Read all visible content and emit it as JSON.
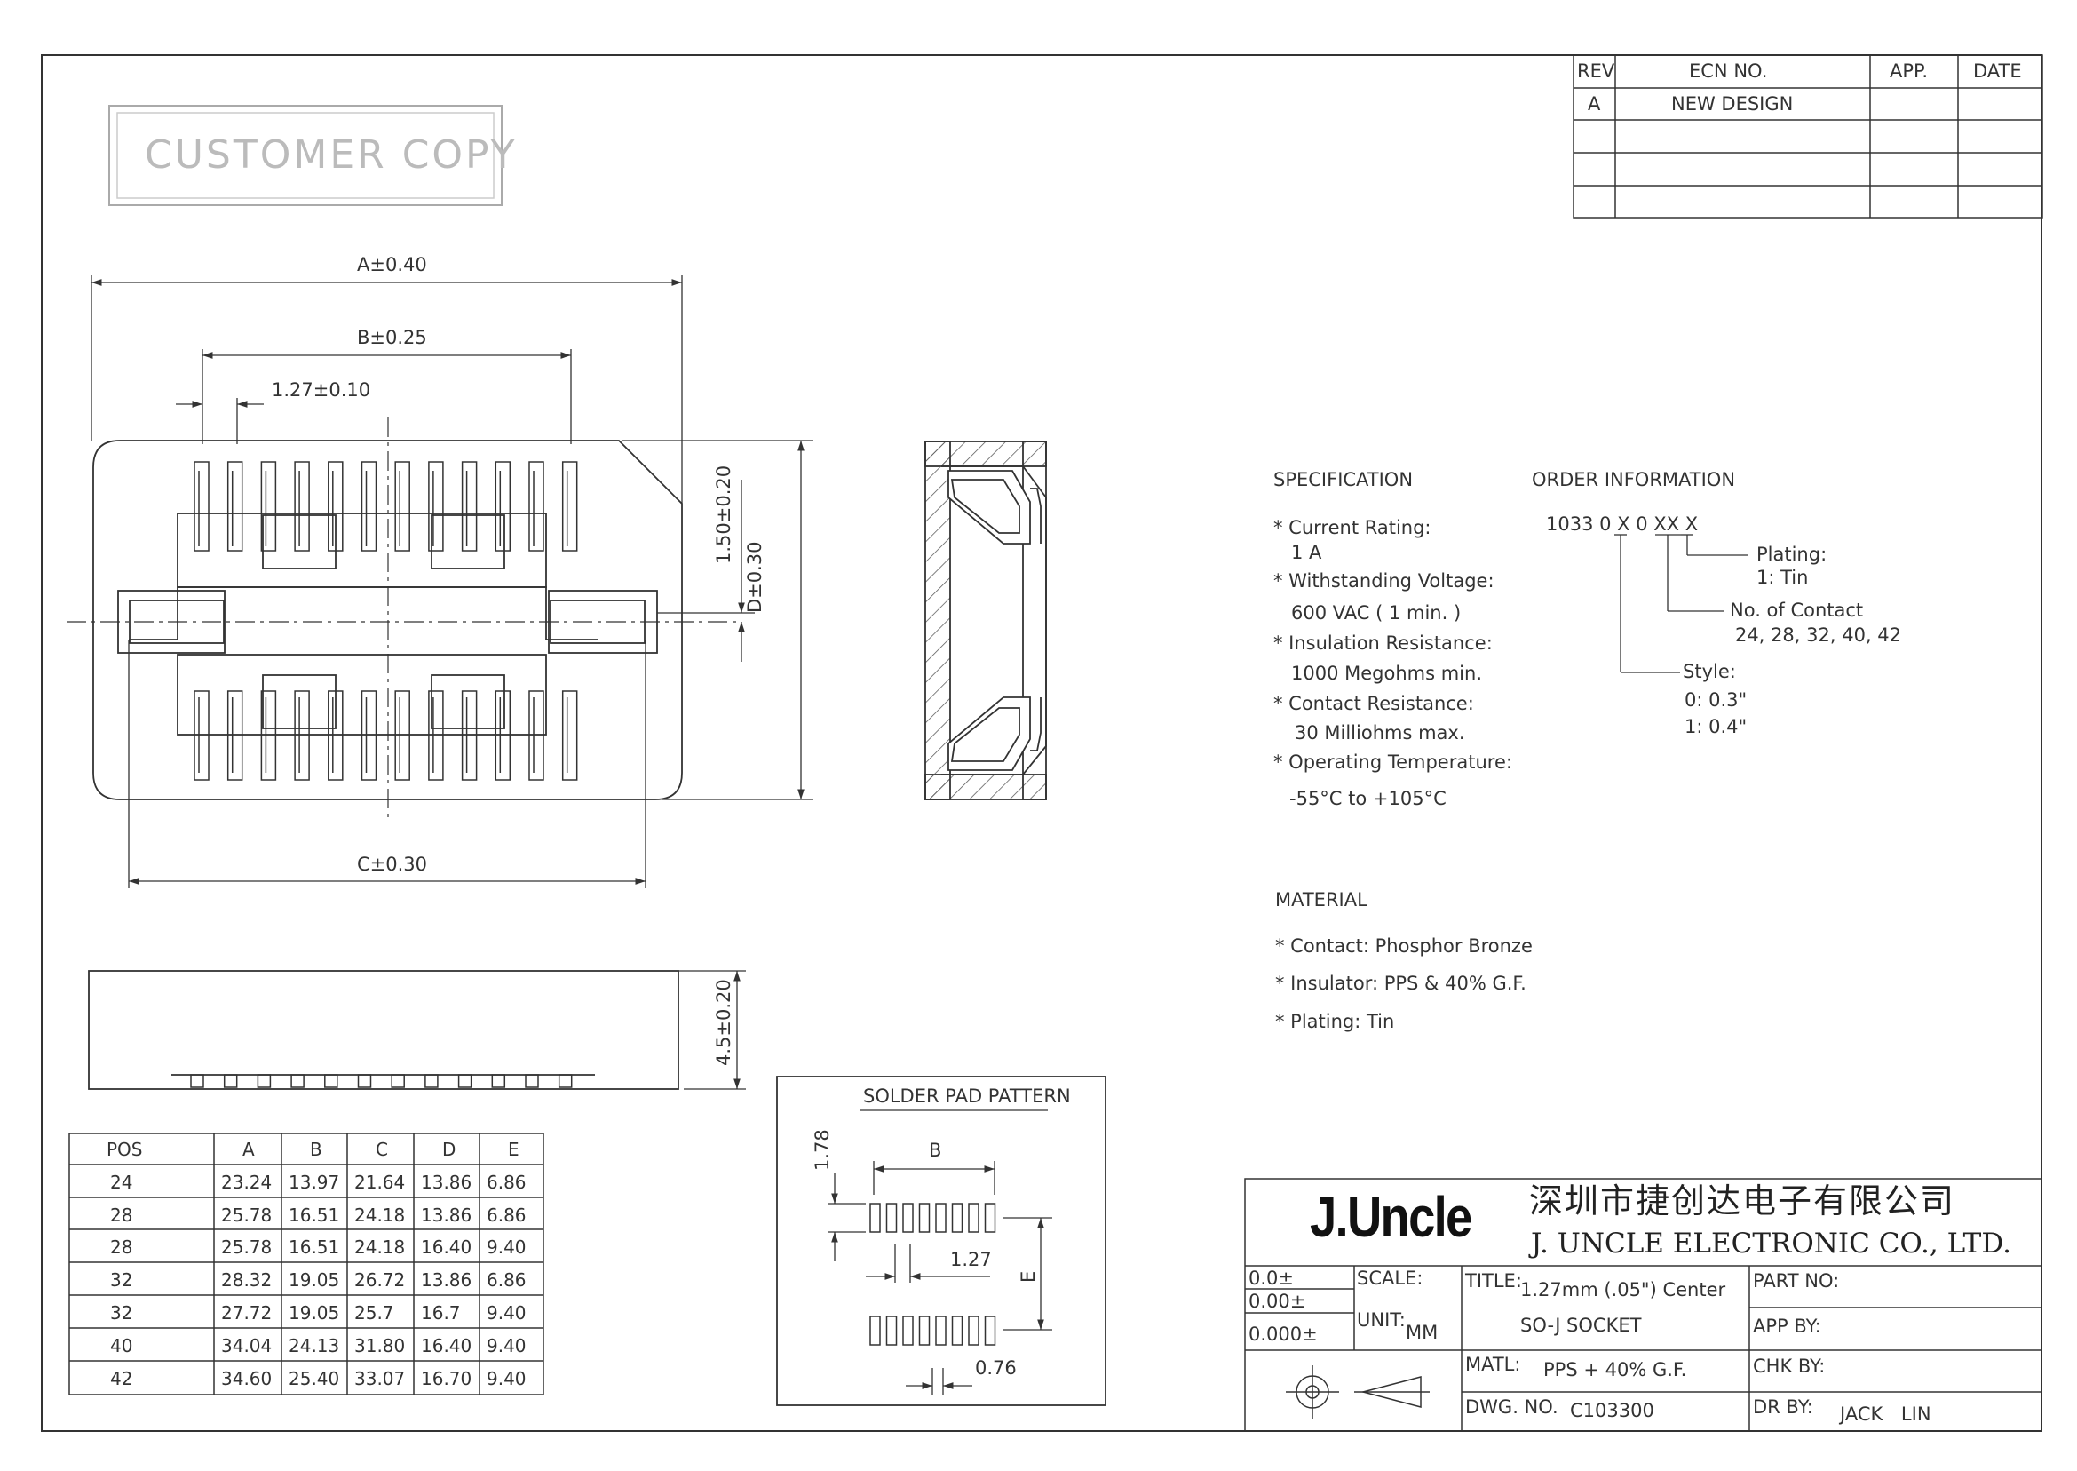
{
  "stamp": "CUSTOMER COPY",
  "revision_table": {
    "headers": [
      "REV",
      "ECN NO.",
      "APP.",
      "DATE"
    ],
    "rows": [
      [
        "A",
        "NEW DESIGN",
        "",
        ""
      ],
      [
        "",
        "",
        "",
        ""
      ],
      [
        "",
        "",
        "",
        ""
      ],
      [
        "",
        "",
        "",
        ""
      ]
    ]
  },
  "dimensions": {
    "a": "A±0.40",
    "b": "B±0.25",
    "pitch": "1.27±0.10",
    "c": "C±0.30",
    "d": "D±0.30",
    "offset": "1.50±0.20",
    "height": "4.5±0.20"
  },
  "specification": {
    "title": "SPECIFICATION",
    "items": [
      {
        "label": "* Current Rating:",
        "value": "1 A"
      },
      {
        "label": "* Withstanding Voltage:",
        "value": "600 VAC ( 1 min. )"
      },
      {
        "label": "* Insulation Resistance:",
        "value": "1000 Megohms min."
      },
      {
        "label": "* Contact Resistance:",
        "value": "30 Milliohms max."
      },
      {
        "label": "* Operating Temperature:",
        "value": "-55°C to +105°C"
      }
    ]
  },
  "order_information": {
    "title": "ORDER INFORMATION",
    "code": "1033 0 X 0 XX X",
    "plating_title": "Plating:",
    "plating_value": "1: Tin",
    "contacts_title": "No. of Contact",
    "contacts_value": "24, 28, 32, 40, 42",
    "style_title": "Style:",
    "style_values": [
      "0: 0.3\"",
      "1: 0.4\""
    ]
  },
  "material": {
    "title": "MATERIAL",
    "items": [
      "* Contact: Phosphor Bronze",
      "* Insulator: PPS & 40% G.F.",
      "* Plating: Tin"
    ]
  },
  "dimension_table": {
    "headers": [
      "POS",
      "A",
      "B",
      "C",
      "D",
      "E"
    ],
    "rows": [
      [
        "24",
        "23.24",
        "13.97",
        "21.64",
        "13.86",
        "6.86"
      ],
      [
        "28",
        "25.78",
        "16.51",
        "24.18",
        "13.86",
        "6.86"
      ],
      [
        "28",
        "25.78",
        "16.51",
        "24.18",
        "16.40",
        "9.40"
      ],
      [
        "32",
        "28.32",
        "19.05",
        "26.72",
        "13.86",
        "6.86"
      ],
      [
        "32",
        "27.72",
        "19.05",
        "25.7",
        "16.7",
        "9.40"
      ],
      [
        "40",
        "34.04",
        "24.13",
        "31.80",
        "16.40",
        "9.40"
      ],
      [
        "42",
        "34.60",
        "25.40",
        "33.07",
        "16.70",
        "9.40"
      ]
    ]
  },
  "solder_pad": {
    "title": "SOLDER PAD PATTERN",
    "b": "B",
    "e": "E",
    "pad_height": "1.78",
    "pitch": "1.27",
    "pad_width": "0.76"
  },
  "title_block": {
    "brand": "J.Uncle",
    "company_cn": "深圳市捷创达电子有限公司",
    "company_en": "J. UNCLE ELECTRONIC CO., LTD.",
    "tol_0": "0.0±",
    "tol_1": "0.00±",
    "tol_2": "0.000±",
    "scale_label": "SCALE:",
    "unit_label": "UNIT:",
    "unit_value": "MM",
    "title_label": "TITLE:",
    "title_line1": "1.27mm (.05\") Center",
    "title_line2": "SO-J SOCKET",
    "matl_label": "MATL:",
    "matl_value": "PPS + 40% G.F.",
    "dwg_label": "DWG. NO.",
    "dwg_value": "C103300",
    "part_label": "PART NO:",
    "app_label": "APP BY:",
    "chk_label": "CHK BY:",
    "dr_label": "DR BY:",
    "dr_value": "JACK LIN"
  }
}
